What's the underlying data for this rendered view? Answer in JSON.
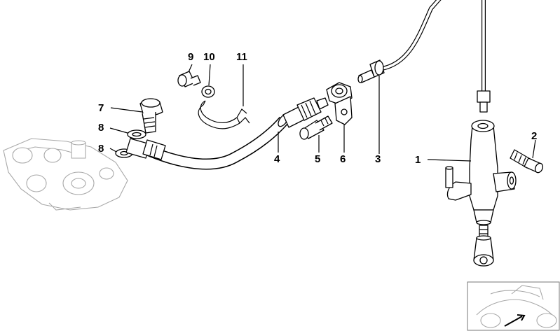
{
  "diagram": {
    "callouts": [
      {
        "id": "1",
        "label": "1"
      },
      {
        "id": "2",
        "label": "2"
      },
      {
        "id": "3",
        "label": "3"
      },
      {
        "id": "4",
        "label": "4"
      },
      {
        "id": "5",
        "label": "5"
      },
      {
        "id": "6",
        "label": "6"
      },
      {
        "id": "7",
        "label": "7"
      },
      {
        "id": "8a",
        "label": "8"
      },
      {
        "id": "8b",
        "label": "8"
      },
      {
        "id": "9",
        "label": "9"
      },
      {
        "id": "10",
        "label": "10"
      },
      {
        "id": "11",
        "label": "11"
      }
    ]
  }
}
